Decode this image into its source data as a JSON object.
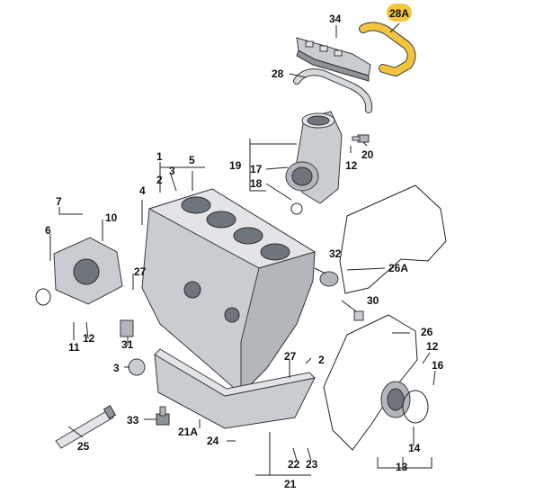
{
  "callouts": {
    "c1": "1",
    "c2a": "2",
    "c3a": "3",
    "c4": "4",
    "c5": "5",
    "c6": "6",
    "c7": "7",
    "c10": "10",
    "c11": "11",
    "c12a": "12",
    "c12b": "12",
    "c12c": "12",
    "c13": "13",
    "c14": "14",
    "c16": "16",
    "c17": "17",
    "c18": "18",
    "c19": "19",
    "c20": "20",
    "c21": "21",
    "c21a": "21A",
    "c22": "22",
    "c23": "23",
    "c24": "24",
    "c25": "25",
    "c26": "26",
    "c26a": "26A",
    "c27a": "27",
    "c27b": "27",
    "c28": "28",
    "c28a": "28A",
    "c30": "30",
    "c31": "31",
    "c32": "32",
    "c33": "33",
    "c34": "34",
    "c3b": "3",
    "c2b": "2"
  },
  "highlight_color": "#f2c53d",
  "part_color": "#c9ccd0"
}
